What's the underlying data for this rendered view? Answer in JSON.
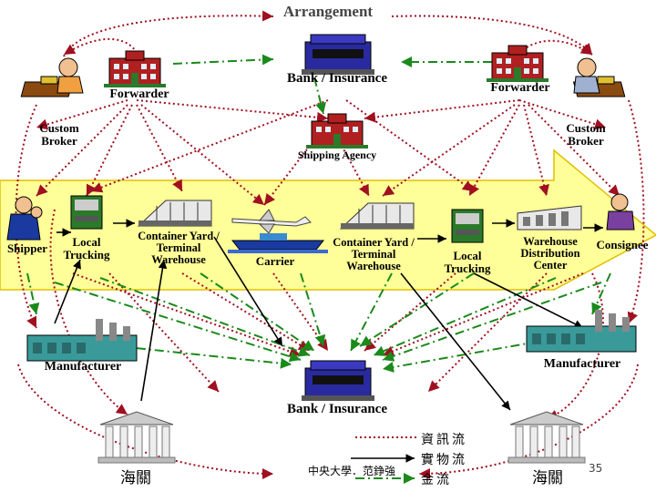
{
  "title": "Arrangement",
  "labels": {
    "forwarder_left": "Forwarder",
    "forwarder_right": "Forwarder",
    "bank_top": "Bank / Insurance",
    "custom_broker_left": "Custom\nBroker",
    "custom_broker_right": "Custom\nBroker",
    "shipping_agency": "Shipping Agency",
    "shipper": "Shipper",
    "local_trucking_left": "Local\nTrucking",
    "cy_left": "Container Yard /\nTerminal\nWarehouse",
    "carrier": "Carrier",
    "cy_right": "Container Yard /\nTerminal\nWarehouse",
    "local_trucking_right": "Local\nTrucking",
    "warehouse_dc": "Warehouse\nDistribution\nCenter",
    "consignee": "Consignee",
    "manufacturer_left": "Manufacturer",
    "manufacturer_right": "Manufacturer",
    "bank_bottom": "Bank / Insurance",
    "customs_left": "海關",
    "customs_right": "海關"
  },
  "legend": {
    "info_flow": "資訊流",
    "goods_flow": "實物流",
    "money_flow": "金流",
    "info_color": "#a01020",
    "goods_color": "#000000",
    "money_color": "#1a8a1a"
  },
  "footer": {
    "credit": "中央大學．范錚強",
    "page_number": "35"
  },
  "colors": {
    "band": "#ffff99",
    "band_border": "#e0c000"
  }
}
